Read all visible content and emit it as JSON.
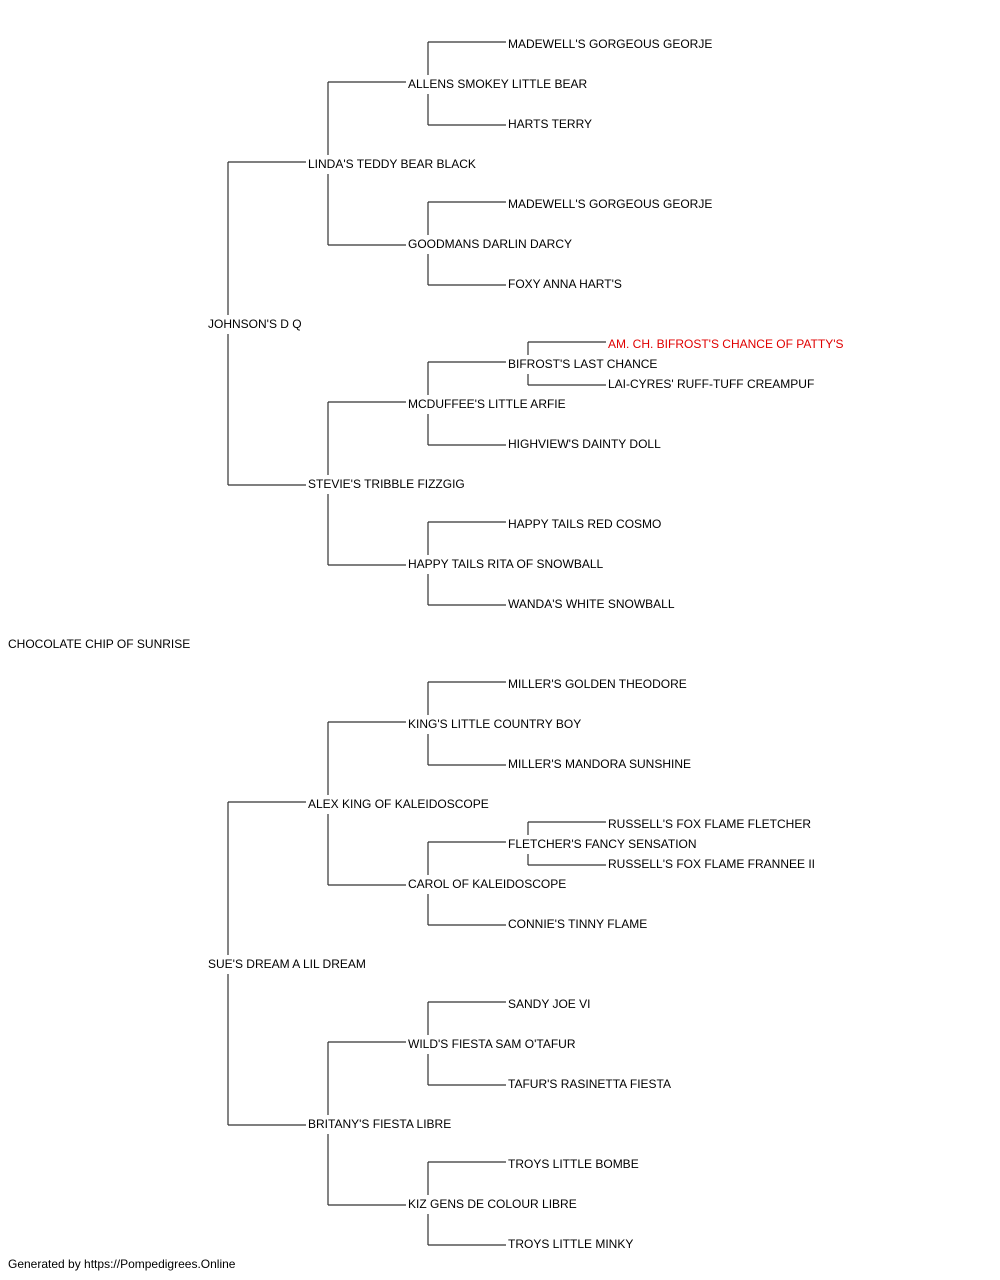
{
  "colors": {
    "text": "#000000",
    "line": "#333333",
    "highlight": "#e00000"
  },
  "pedigree": {
    "subject": "CHOCOLATE CHIP OF SUNRISE",
    "sire": {
      "name": "JOHNSON'S D Q",
      "sire": {
        "name": "LINDA'S TEDDY BEAR BLACK",
        "sire": {
          "name": "ALLENS SMOKEY LITTLE BEAR",
          "sire": "MADEWELL'S GORGEOUS GEORJE",
          "dam": "HARTS TERRY"
        },
        "dam": {
          "name": "GOODMANS DARLIN DARCY",
          "sire": "MADEWELL'S GORGEOUS GEORJE",
          "dam": "FOXY ANNA HART'S"
        }
      },
      "dam": {
        "name": "STEVIE'S TRIBBLE FIZZGIG",
        "sire": {
          "name": "MCDUFFEE'S LITTLE ARFIE",
          "sire": {
            "name": "BIFROST'S LAST CHANCE",
            "sire": "AM. CH. BIFROST'S CHANCE OF PATTY'S",
            "dam": "LAI-CYRES' RUFF-TUFF CREAMPUF"
          },
          "dam": "HIGHVIEW'S DAINTY DOLL"
        },
        "dam": {
          "name": "HAPPY TAILS RITA OF SNOWBALL",
          "sire": "HAPPY TAILS RED COSMO",
          "dam": "WANDA'S WHITE SNOWBALL"
        }
      }
    },
    "dam": {
      "name": "SUE'S DREAM A LIL DREAM",
      "sire": {
        "name": "ALEX KING OF KALEIDOSCOPE",
        "sire": {
          "name": "KING'S LITTLE COUNTRY BOY",
          "sire": "MILLER'S GOLDEN THEODORE",
          "dam": "MILLER'S MANDORA SUNSHINE"
        },
        "dam": {
          "name": "CAROL OF KALEIDOSCOPE",
          "sire": {
            "name": "FLETCHER'S FANCY SENSATION",
            "sire": "RUSSELL'S FOX FLAME FLETCHER",
            "dam": "RUSSELL'S FOX FLAME FRANNEE II"
          },
          "dam": "CONNIE'S TINNY FLAME"
        }
      },
      "dam": {
        "name": "BRITANY'S FIESTA LIBRE",
        "sire": {
          "name": "WILD'S FIESTA SAM O'TAFUR",
          "sire": "SANDY JOE VI",
          "dam": "TAFUR'S RASINETTA FIESTA"
        },
        "dam": {
          "name": "KIZ GENS DE COLOUR LIBRE",
          "sire": "TROYS LITTLE BOMBE",
          "dam": "TROYS LITTLE MINKY"
        }
      }
    }
  },
  "footer": "Generated by https://Pompedigrees.Online"
}
